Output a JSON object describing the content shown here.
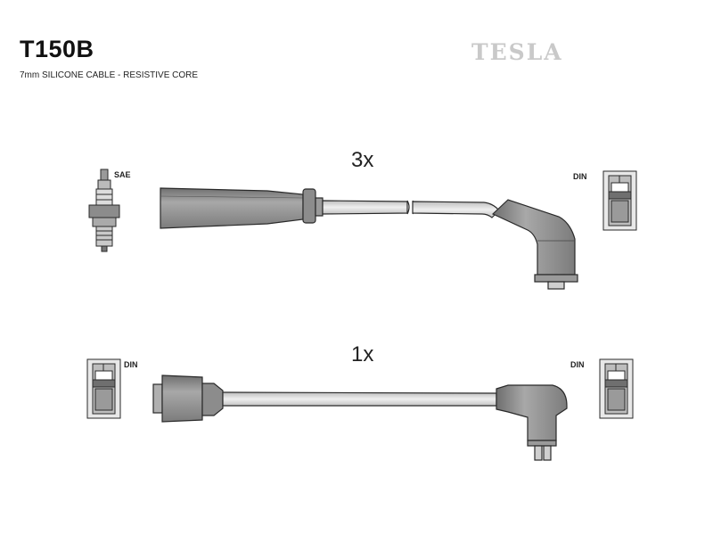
{
  "product": {
    "code": "T150B",
    "description": "7mm SILICONE CABLE - RESISTIVE CORE",
    "brand": "TESLA"
  },
  "cables": [
    {
      "quantity": "3x",
      "end_a": {
        "type": "SAE",
        "label": "SAE"
      },
      "end_b": {
        "type": "DIN",
        "label": "DIN"
      }
    },
    {
      "quantity": "1x",
      "end_a": {
        "type": "DIN",
        "label": "DIN"
      },
      "end_b": {
        "type": "DIN",
        "label": "DIN"
      }
    }
  ],
  "colors": {
    "boot_fill": "#8c8c8c",
    "boot_light": "#b8b8b8",
    "wire_fill": "#d9d9d9",
    "outline": "#2a2a2a",
    "brand_gray": "#c9c9c9"
  }
}
